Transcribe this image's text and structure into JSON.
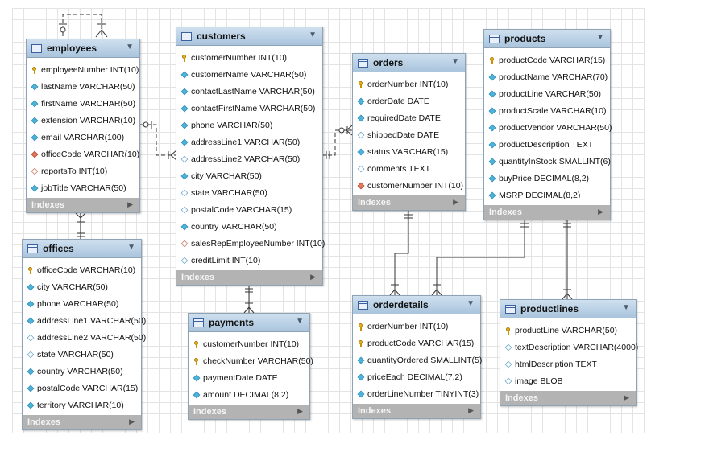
{
  "indexes_label": "Indexes",
  "tables": [
    {
      "id": "employees",
      "name": "employees",
      "columns": [
        {
          "text": "employeeNumber INT(10)",
          "icon": "key"
        },
        {
          "text": "lastName VARCHAR(50)",
          "icon": "dia"
        },
        {
          "text": "firstName VARCHAR(50)",
          "icon": "dia"
        },
        {
          "text": "extension VARCHAR(10)",
          "icon": "dia"
        },
        {
          "text": "email VARCHAR(100)",
          "icon": "dia"
        },
        {
          "text": "officeCode VARCHAR(10)",
          "icon": "fk"
        },
        {
          "text": "reportsTo INT(10)",
          "icon": "fk-o"
        },
        {
          "text": "jobTitle VARCHAR(50)",
          "icon": "dia"
        }
      ]
    },
    {
      "id": "offices",
      "name": "offices",
      "columns": [
        {
          "text": "officeCode VARCHAR(10)",
          "icon": "key"
        },
        {
          "text": "city VARCHAR(50)",
          "icon": "dia"
        },
        {
          "text": "phone VARCHAR(50)",
          "icon": "dia"
        },
        {
          "text": "addressLine1 VARCHAR(50)",
          "icon": "dia"
        },
        {
          "text": "addressLine2 VARCHAR(50)",
          "icon": "dia-o"
        },
        {
          "text": "state VARCHAR(50)",
          "icon": "dia-o"
        },
        {
          "text": "country VARCHAR(50)",
          "icon": "dia"
        },
        {
          "text": "postalCode VARCHAR(15)",
          "icon": "dia"
        },
        {
          "text": "territory VARCHAR(10)",
          "icon": "dia"
        }
      ]
    },
    {
      "id": "customers",
      "name": "customers",
      "columns": [
        {
          "text": "customerNumber INT(10)",
          "icon": "key"
        },
        {
          "text": "customerName VARCHAR(50)",
          "icon": "dia"
        },
        {
          "text": "contactLastName VARCHAR(50)",
          "icon": "dia"
        },
        {
          "text": "contactFirstName VARCHAR(50)",
          "icon": "dia"
        },
        {
          "text": "phone VARCHAR(50)",
          "icon": "dia"
        },
        {
          "text": "addressLine1 VARCHAR(50)",
          "icon": "dia"
        },
        {
          "text": "addressLine2 VARCHAR(50)",
          "icon": "dia-o"
        },
        {
          "text": "city VARCHAR(50)",
          "icon": "dia"
        },
        {
          "text": "state VARCHAR(50)",
          "icon": "dia-o"
        },
        {
          "text": "postalCode VARCHAR(15)",
          "icon": "dia-o"
        },
        {
          "text": "country VARCHAR(50)",
          "icon": "dia"
        },
        {
          "text": "salesRepEmployeeNumber INT(10)",
          "icon": "fk-o"
        },
        {
          "text": "creditLimit INT(10)",
          "icon": "dia-o"
        }
      ]
    },
    {
      "id": "payments",
      "name": "payments",
      "columns": [
        {
          "text": "customerNumber INT(10)",
          "icon": "key"
        },
        {
          "text": "checkNumber VARCHAR(50)",
          "icon": "key"
        },
        {
          "text": "paymentDate DATE",
          "icon": "dia"
        },
        {
          "text": "amount DECIMAL(8,2)",
          "icon": "dia"
        }
      ]
    },
    {
      "id": "orders",
      "name": "orders",
      "columns": [
        {
          "text": "orderNumber INT(10)",
          "icon": "key"
        },
        {
          "text": "orderDate DATE",
          "icon": "dia"
        },
        {
          "text": "requiredDate DATE",
          "icon": "dia"
        },
        {
          "text": "shippedDate DATE",
          "icon": "dia-o"
        },
        {
          "text": "status VARCHAR(15)",
          "icon": "dia"
        },
        {
          "text": "comments TEXT",
          "icon": "dia-o"
        },
        {
          "text": "customerNumber INT(10)",
          "icon": "fk"
        }
      ]
    },
    {
      "id": "orderdetails",
      "name": "orderdetails",
      "columns": [
        {
          "text": "orderNumber INT(10)",
          "icon": "key"
        },
        {
          "text": "productCode VARCHAR(15)",
          "icon": "key"
        },
        {
          "text": "quantityOrdered SMALLINT(5)",
          "icon": "dia"
        },
        {
          "text": "priceEach DECIMAL(7,2)",
          "icon": "dia"
        },
        {
          "text": "orderLineNumber TINYINT(3)",
          "icon": "dia"
        }
      ]
    },
    {
      "id": "products",
      "name": "products",
      "columns": [
        {
          "text": "productCode VARCHAR(15)",
          "icon": "key"
        },
        {
          "text": "productName VARCHAR(70)",
          "icon": "dia"
        },
        {
          "text": "productLine VARCHAR(50)",
          "icon": "dia"
        },
        {
          "text": "productScale VARCHAR(10)",
          "icon": "dia"
        },
        {
          "text": "productVendor VARCHAR(50)",
          "icon": "dia"
        },
        {
          "text": "productDescription TEXT",
          "icon": "dia"
        },
        {
          "text": "quantityInStock SMALLINT(6)",
          "icon": "dia"
        },
        {
          "text": "buyPrice DECIMAL(8,2)",
          "icon": "dia"
        },
        {
          "text": "MSRP DECIMAL(8,2)",
          "icon": "dia"
        }
      ]
    },
    {
      "id": "productlines",
      "name": "productlines",
      "columns": [
        {
          "text": "productLine VARCHAR(50)",
          "icon": "key"
        },
        {
          "text": "textDescription VARCHAR(4000)",
          "icon": "dia-o"
        },
        {
          "text": "htmlDescription TEXT",
          "icon": "dia-o"
        },
        {
          "text": "image BLOB",
          "icon": "dia-o"
        }
      ]
    }
  ]
}
